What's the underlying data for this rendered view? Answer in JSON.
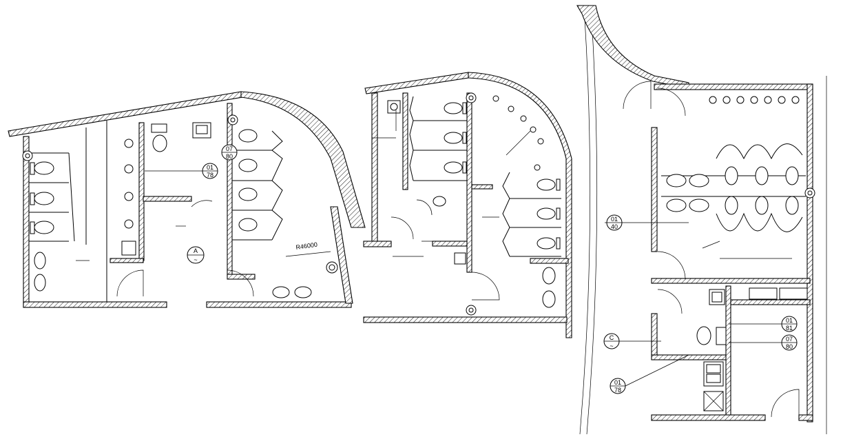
{
  "plans": [
    {
      "id": "plan-left"
    },
    {
      "id": "plan-middle"
    },
    {
      "id": "plan-right"
    }
  ],
  "tags": {
    "left_section": {
      "top": "A",
      "bottom": "~"
    },
    "left_detail_1": {
      "top": "01",
      "bottom": "78"
    },
    "left_detail_2": {
      "top": "07",
      "bottom": "80"
    },
    "right_detail_40": {
      "top": "01",
      "bottom": "40"
    },
    "right_section_c": {
      "top": "C",
      "bottom": "~"
    },
    "right_detail_78": {
      "top": "01",
      "bottom": "78"
    },
    "right_detail_81": {
      "top": "01",
      "bottom": "81"
    },
    "right_detail_80": {
      "top": "07",
      "bottom": "80"
    }
  },
  "dimension_label": "R46000"
}
